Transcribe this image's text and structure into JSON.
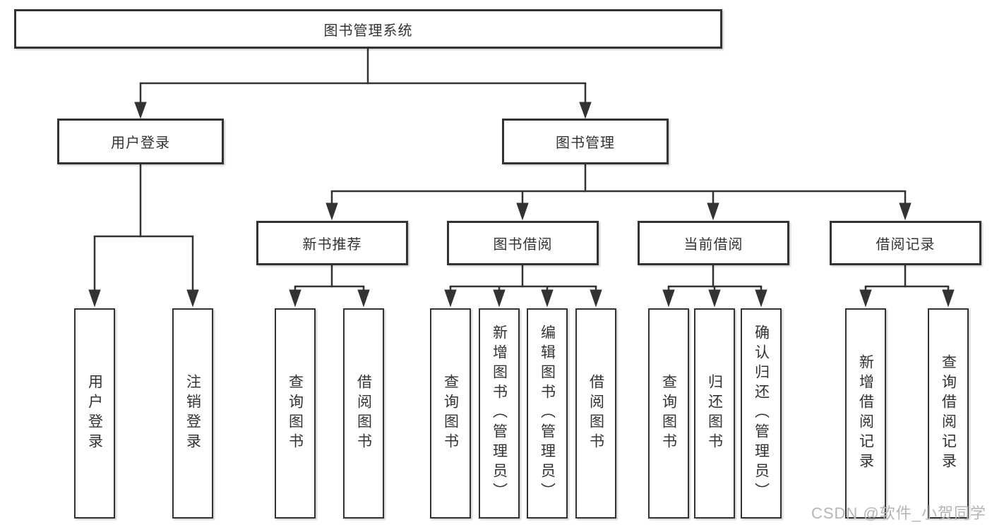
{
  "diagram": {
    "root": {
      "label": "图书管理系统"
    },
    "branches": [
      {
        "label": "用户登录"
      },
      {
        "label": "图书管理"
      }
    ],
    "groups": [
      {
        "label": "新书推荐"
      },
      {
        "label": "图书借阅"
      },
      {
        "label": "当前借阅"
      },
      {
        "label": "借阅记录"
      }
    ],
    "leaves": {
      "user": [
        {
          "label": "用户登录"
        },
        {
          "label": "注销登录"
        }
      ],
      "recommend": [
        {
          "label": "查询图书"
        },
        {
          "label": "借阅图书"
        }
      ],
      "borrow": [
        {
          "label": "查询图书"
        },
        {
          "label": "新增图书（管理员）"
        },
        {
          "label": "编辑图书（管理员）"
        },
        {
          "label": "借阅图书"
        }
      ],
      "current": [
        {
          "label": "查询图书"
        },
        {
          "label": "归还图书"
        },
        {
          "label": "确认归还（管理员）"
        }
      ],
      "records": [
        {
          "label": "新增借阅记录"
        },
        {
          "label": "查询借阅记录"
        }
      ]
    }
  },
  "watermark": {
    "text": "CSDN @软件_小贺同学"
  },
  "colors": {
    "line": "#333333",
    "box_border": "#333333",
    "text": "#333333",
    "watermark": "#b5b5b5",
    "background": "#ffffff"
  }
}
